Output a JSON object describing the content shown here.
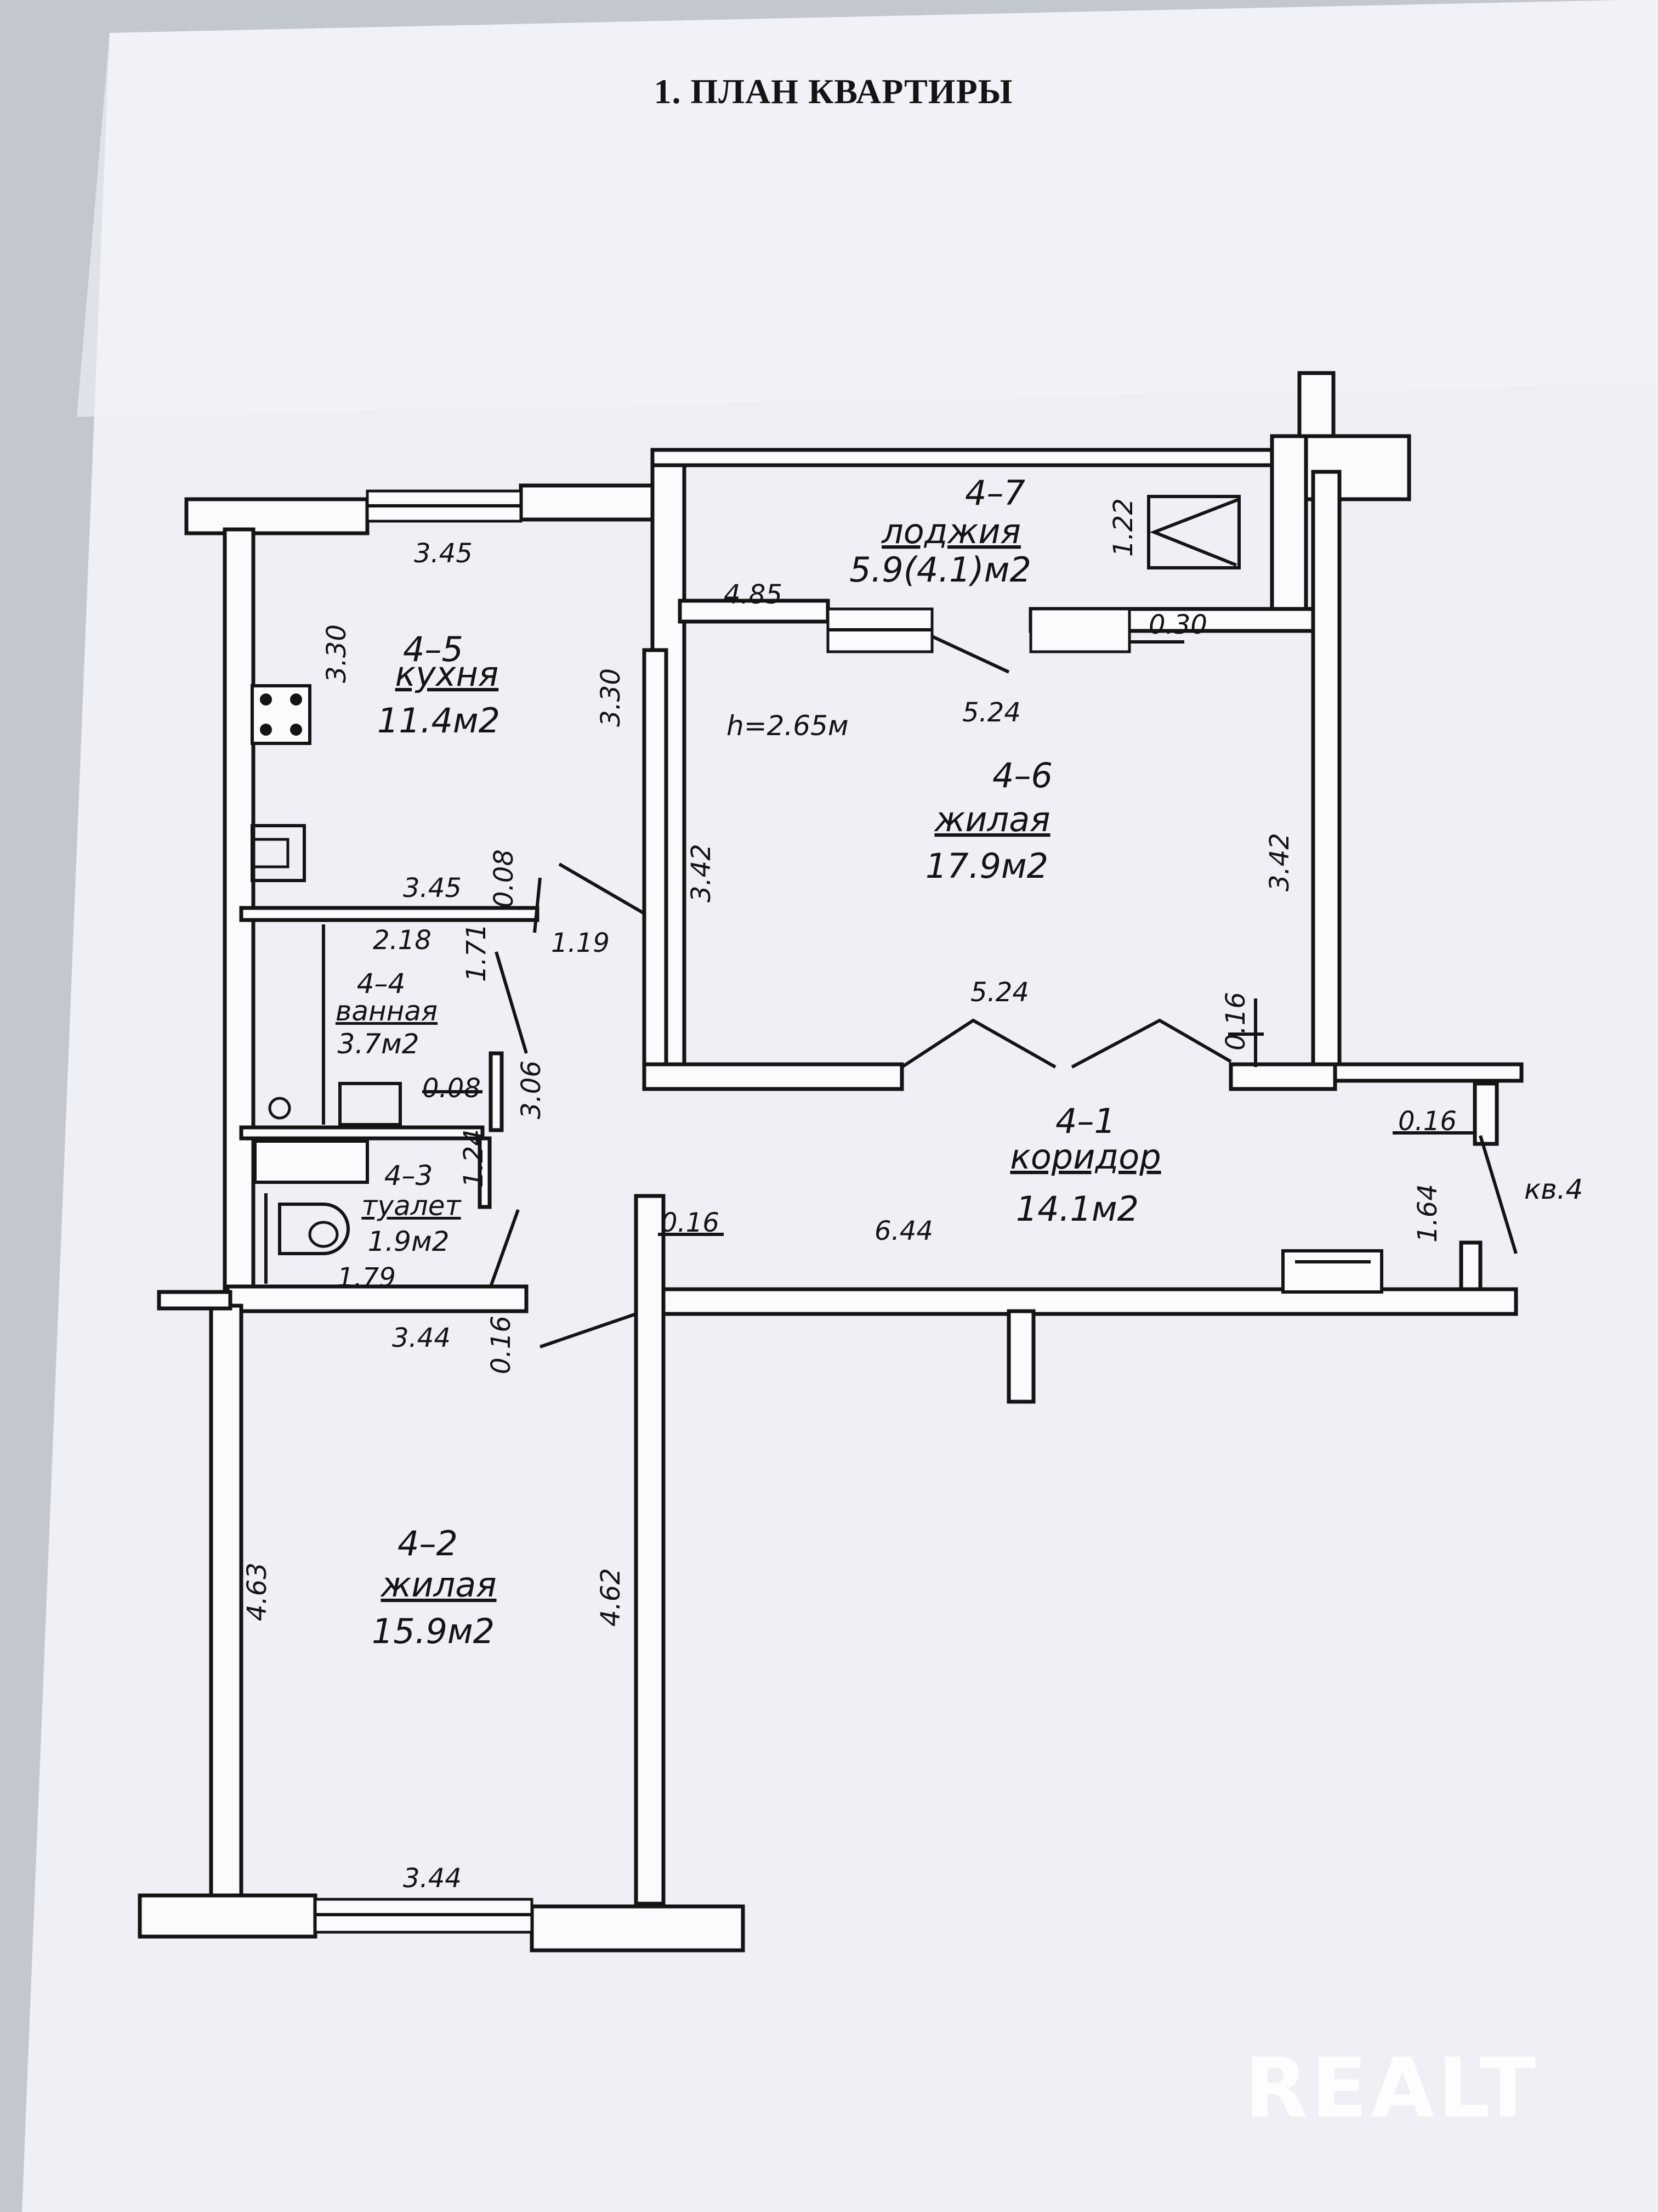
{
  "heading": "1. ПЛАН КВАРТИРЫ",
  "watermark": "REALT",
  "ceiling_height": "h=2.65м",
  "apartment_label": "кв.4",
  "rooms": {
    "loggia": {
      "id": "4–7",
      "name": "лоджия",
      "area": "5.9(4.1)м2"
    },
    "kitchen": {
      "id": "4–5",
      "name": "кухня",
      "area": "11.4м2"
    },
    "living_large": {
      "id": "4–6",
      "name": "жилая",
      "area": "17.9м2"
    },
    "bathroom": {
      "id": "4–4",
      "name": "ванная",
      "area": "3.7м2"
    },
    "toilet": {
      "id": "4–3",
      "name": "туалет",
      "area": "1.9м2"
    },
    "corridor": {
      "id": "4–1",
      "name": "коридор",
      "area": "14.1м2"
    },
    "living_small": {
      "id": "4–2",
      "name": "жилая",
      "area": "15.9м2"
    }
  },
  "dimensions": {
    "kitchen_top": "3.45",
    "kitchen_left": "3.30",
    "kitchen_right": "3.30",
    "kitchen_bottom": "3.45",
    "kitchen_wall": "0.08",
    "loggia_left": "4.85",
    "loggia_height": "1.22",
    "loggia_wall": "0.30",
    "living_top": "5.24",
    "living_left": "3.42",
    "living_right": "3.42",
    "living_bottom": "5.24",
    "living_wall": "0.16",
    "bath_top": "2.18",
    "bath_side": "1.71",
    "corridor_narrow": "1.19",
    "bath_wall": "0.08",
    "corridor_left_height": "3.06",
    "toilet_height": "1.24",
    "toilet_bottom": "1.79",
    "corridor_wall": "0.16",
    "corridor_length": "6.44",
    "entry_wall": "0.16",
    "entry_width": "1.64",
    "small_top": "3.44",
    "small_wall": "0.16",
    "small_left": "4.63",
    "small_right": "4.62",
    "small_bottom": "3.44"
  }
}
